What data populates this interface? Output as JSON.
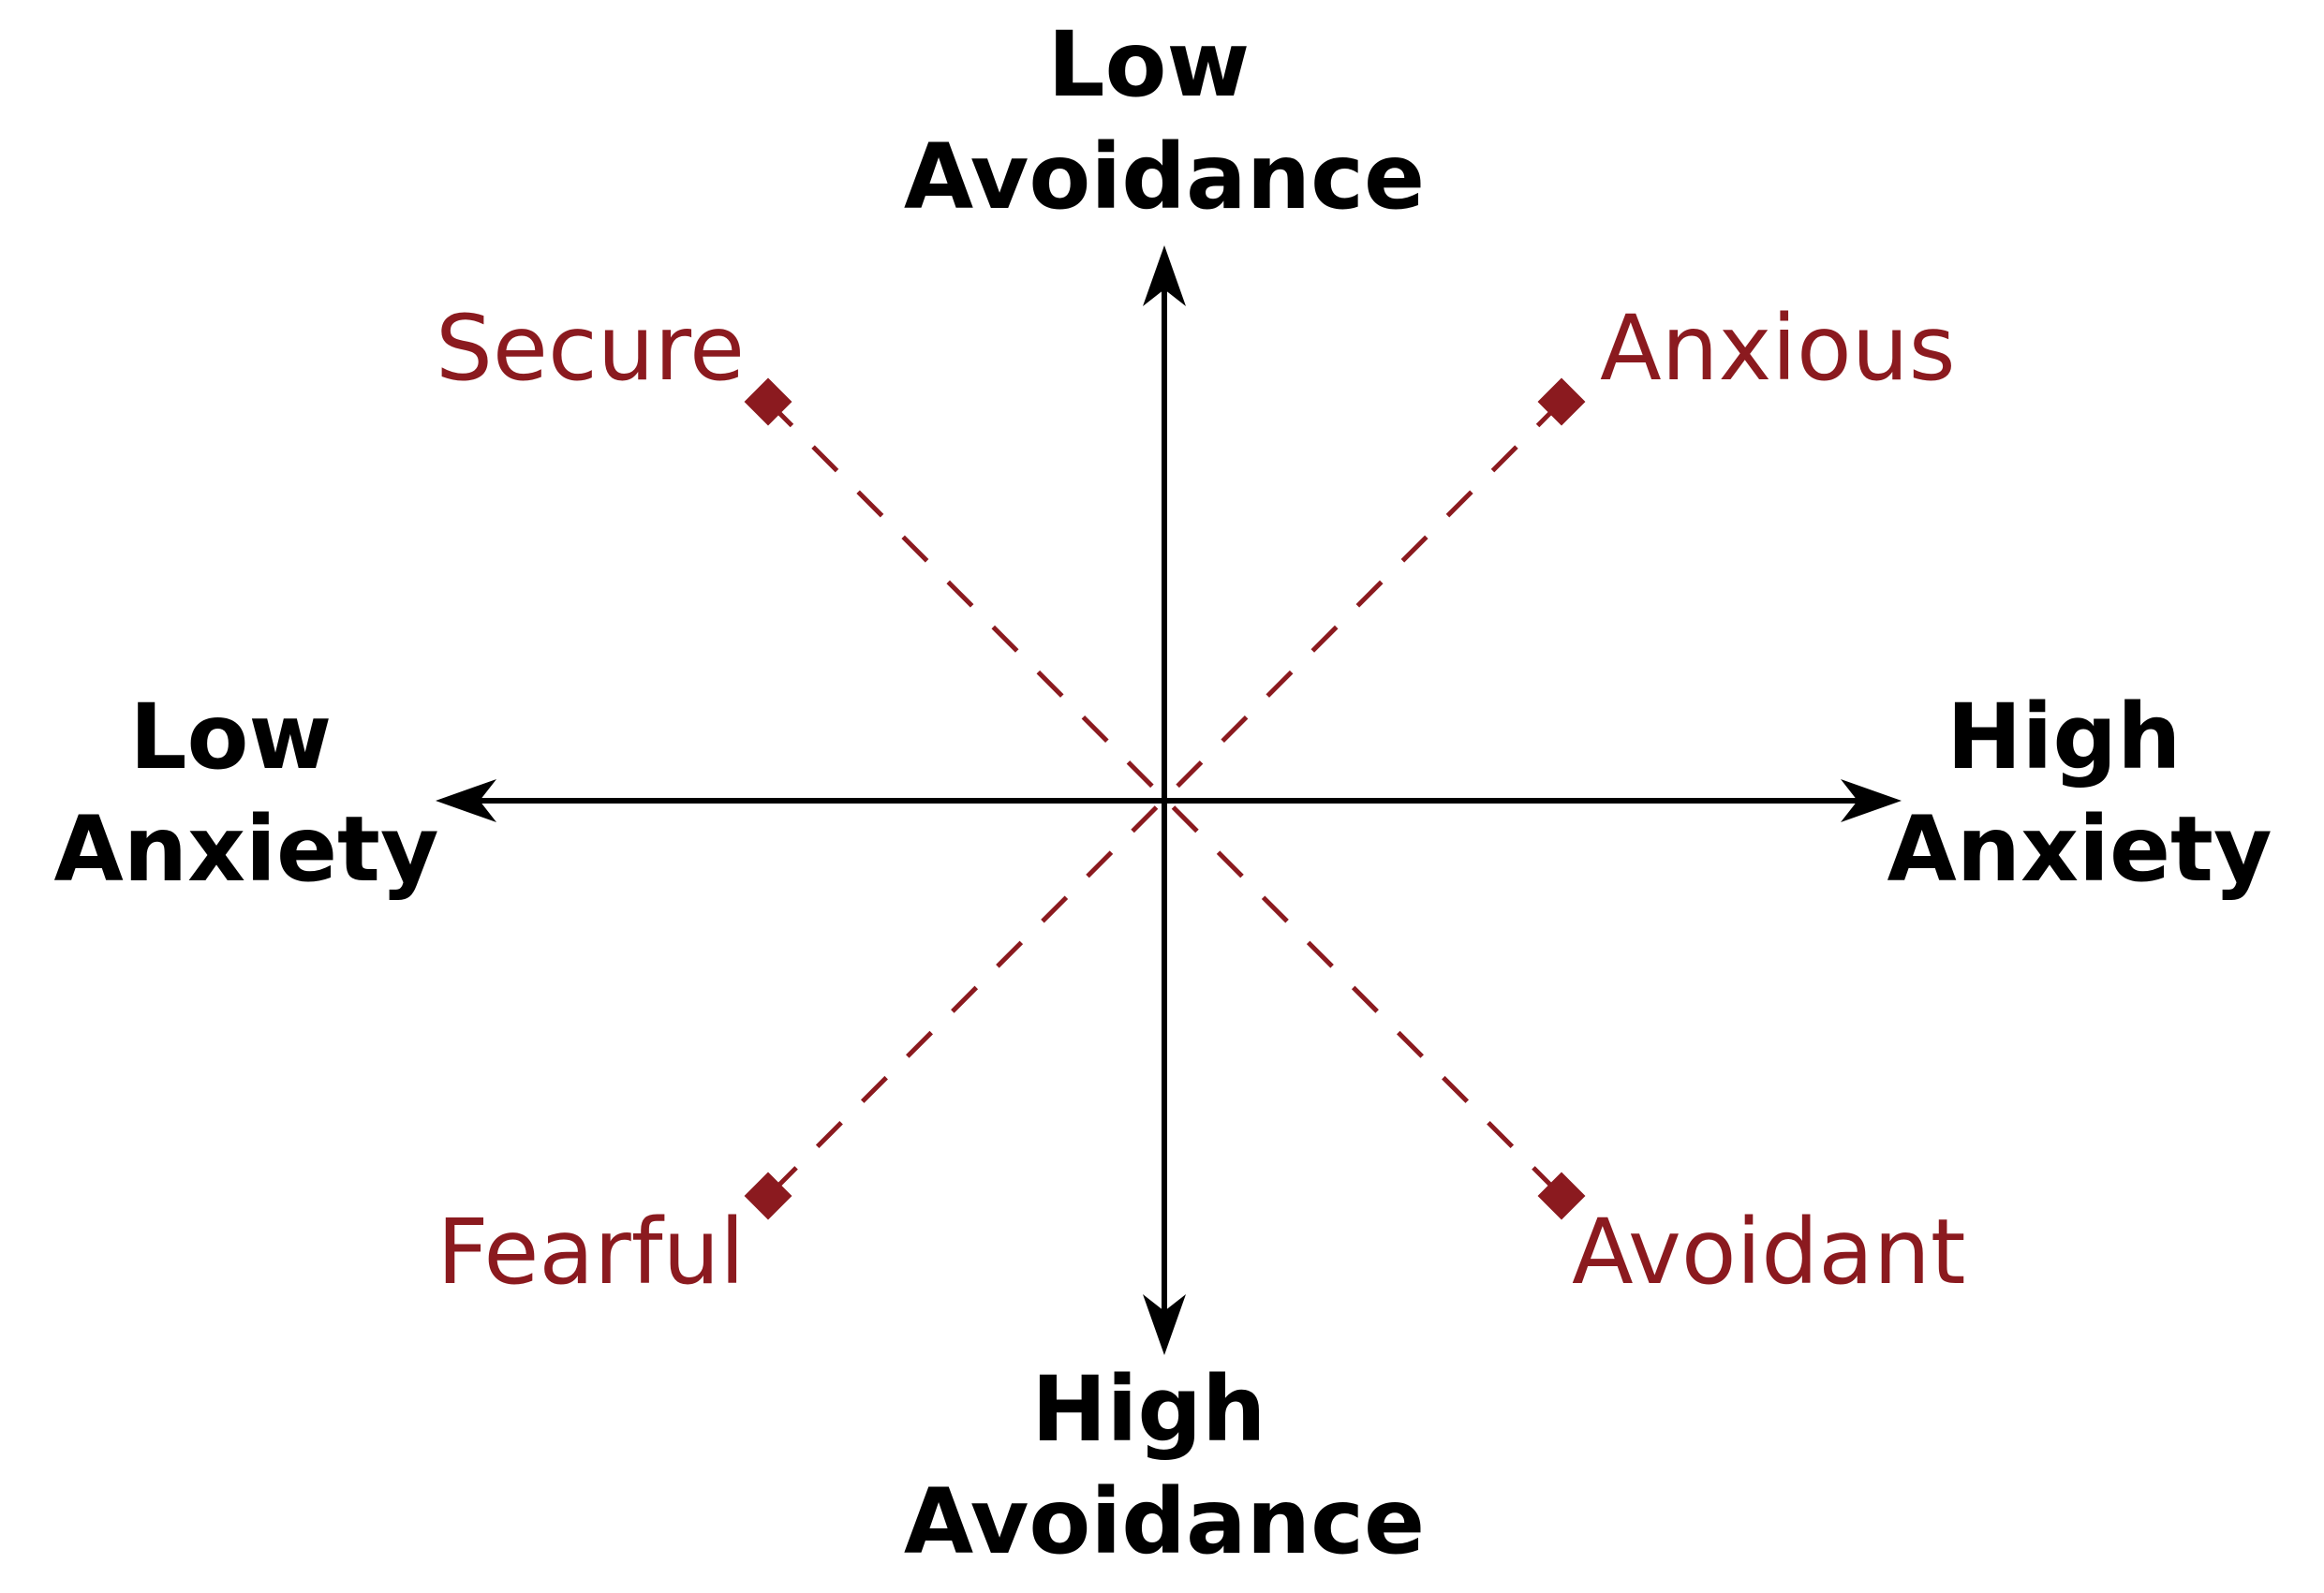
{
  "colors": {
    "axis": "#000000",
    "accent": "#8b1a1f",
    "background": "#ffffff"
  },
  "axes": {
    "top": {
      "line1": "Low",
      "line2": "Avoidance"
    },
    "bottom": {
      "line1": "High",
      "line2": "Avoidance"
    },
    "left": {
      "line1": "Low",
      "line2": "Anxiety"
    },
    "right": {
      "line1": "High",
      "line2": "Anxiety"
    }
  },
  "styles": {
    "secure": "Secure",
    "anxious": "Anxious",
    "fearful": "Fearful",
    "avoidant": "Avoidant"
  }
}
